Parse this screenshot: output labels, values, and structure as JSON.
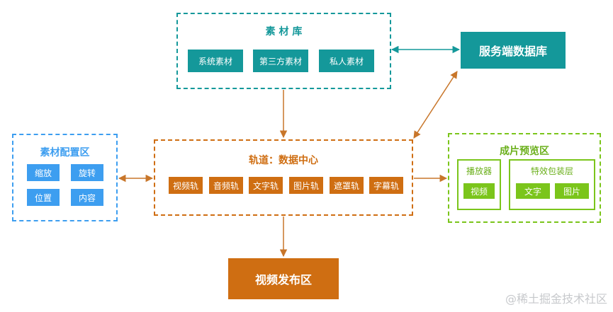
{
  "library": {
    "title": "素 材 库",
    "items": [
      "系统素材",
      "第三方素材",
      "私人素材"
    ]
  },
  "server_db": {
    "label": "服务端数据库"
  },
  "config": {
    "title": "素材配置区",
    "items": [
      "缩放",
      "旋转",
      "位置",
      "内容"
    ]
  },
  "track": {
    "title": "轨道：数据中心",
    "items": [
      "视频轨",
      "音频轨",
      "文字轨",
      "图片轨",
      "遮罩轨",
      "字幕轨"
    ]
  },
  "preview": {
    "title": "成片预览区",
    "player": {
      "title": "播放器",
      "item": "视频"
    },
    "effects": {
      "title": "特效包装层",
      "items": [
        "文字",
        "图片"
      ]
    }
  },
  "publish": {
    "label": "视频发布区"
  },
  "watermark": "@稀土掘金技术社区",
  "colors": {
    "teal": "#14989a",
    "blue": "#3d9ef0",
    "orange": "#cf6e12",
    "green": "#7bc51b",
    "arrow": "#c8762a"
  }
}
